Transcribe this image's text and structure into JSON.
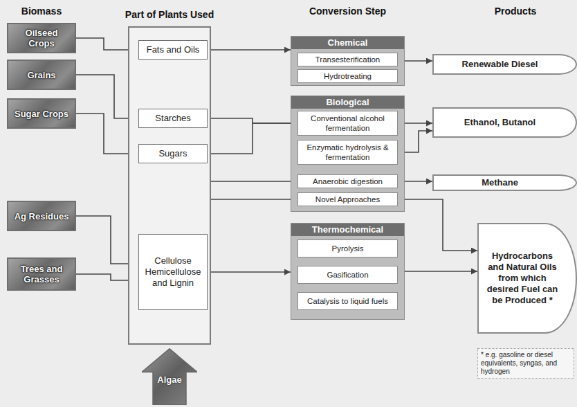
{
  "diagram": {
    "nodes": [
      {
        "text": [
          "Oilseed Crops"
        ]
      },
      {
        "text": [
          "Grains"
        ]
      },
      {
        "text": [
          "Sugar Crops"
        ]
      },
      {
        "text": [
          "Ag Residues"
        ]
      },
      {
        "text": [
          "Trees and Grasses"
        ]
      },
      {
        "text": [
          "Part of Plants Used"
        ]
      },
      {
        "text": [
          "Fats and Oils"
        ],
        "in": 5
      },
      {
        "text": [
          "Starches"
        ],
        "in": 5
      },
      {
        "text": [
          "Sugars"
        ],
        "in": 5
      },
      {
        "text": [
          "Cellulose Hemicellulose and Lignin"
        ],
        "in": 5
      },
      {
        "text": [
          "Algae"
        ]
      },
      {
        "text": [
          "Chemical"
        ]
      },
      {
        "text": [
          "Transesterification"
        ],
        "in": 11
      },
      {
        "text": [
          "Hydrotreating"
        ],
        "in": 11
      },
      {
        "text": [
          "Biological"
        ]
      },
      {
        "text": [
          "Conventional alcohol fermentation"
        ],
        "in": 14
      },
      {
        "text": [
          "Enzymatic hydrolysis & fermentation"
        ],
        "in": 14
      },
      {
        "text": [
          "Anaerobic digestion"
        ],
        "in": 14
      },
      {
        "text": [
          "Novel Approaches"
        ],
        "in": 14
      },
      {
        "text": [
          "Thermochemical"
        ]
      },
      {
        "text": [
          "Pyrolysis"
        ],
        "in": 19
      },
      {
        "text": [
          "Gasification"
        ],
        "in": 19
      },
      {
        "text": [
          "Catalysis to liquid fuels"
        ],
        "in": 19
      },
      {
        "text": [
          "Renewable Diesel"
        ]
      },
      {
        "text": [
          "Ethanol, Butanol"
        ]
      },
      {
        "text": [
          "Methane"
        ]
      },
      {
        "text": [
          "Hydrocarbons and Natural Oils from which desired Fuel can be Produced *"
        ]
      }
    ],
    "edges": [
      {
        "from": 0,
        "to": 6,
        "arrow": "to"
      },
      {
        "from": 1,
        "to": 7,
        "arrow": "to"
      },
      {
        "from": 2,
        "to": 8,
        "arrow": "to"
      },
      {
        "from": 3,
        "to": 9,
        "arrow": "to"
      },
      {
        "from": 4,
        "to": 9,
        "arrow": "to"
      },
      {
        "from": 6,
        "to": 11,
        "arrow": "to"
      },
      {
        "from": 7,
        "to": 15,
        "arrow": "to"
      },
      {
        "from": 8,
        "to": 15,
        "arrow": "to"
      },
      {
        "from": 9,
        "to": 17,
        "arrow": "to"
      },
      {
        "from": 9,
        "to": 18,
        "arrow": "to"
      },
      {
        "from": 9,
        "to": 19,
        "arrow": "to"
      },
      {
        "from": 11,
        "to": 23,
        "arrow": "to"
      },
      {
        "from": 15,
        "to": 24,
        "arrow": "to"
      },
      {
        "from": 16,
        "to": 24,
        "arrow": "to"
      },
      {
        "from": 17,
        "to": 25,
        "arrow": "to"
      },
      {
        "from": 18,
        "to": 26,
        "arrow": "to"
      },
      {
        "from": 19,
        "to": 26,
        "arrow": "to"
      }
    ],
    "labels": [
      "Biomass",
      "Conversion Step",
      "Products",
      "* e.g. gasoline or diesel equivalents, syngas, and hydrogen"
    ]
  }
}
